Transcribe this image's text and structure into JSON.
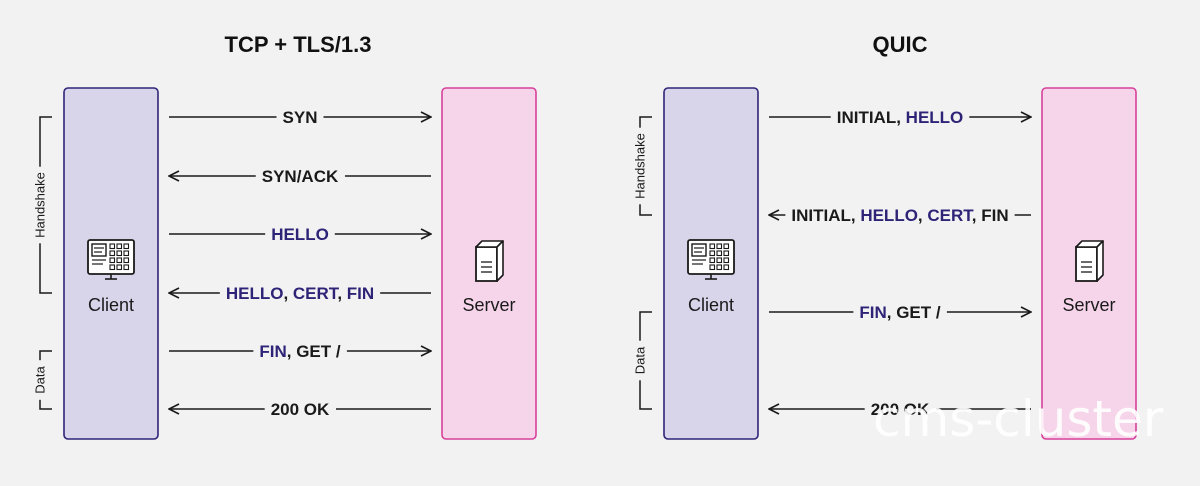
{
  "colors": {
    "background": "#f2f2f2",
    "client_fill": "#d8d4ea",
    "client_stroke": "#2e2477",
    "server_fill": "#f6d5ea",
    "server_stroke": "#d6409a",
    "highlight_text": "#2e2477",
    "plain_text": "#1a1a1a",
    "line": "#1a1a1a"
  },
  "panels": [
    {
      "title": "TCP + TLS/1.3",
      "client_label": "Client",
      "server_label": "Server",
      "client_icon": "computer-icon",
      "server_icon": "server-icon",
      "phases": [
        {
          "label": "Handshake"
        },
        {
          "label": "Data"
        }
      ],
      "messages": [
        {
          "direction": "to-server",
          "parts": [
            {
              "text": "SYN",
              "highlight": false
            }
          ]
        },
        {
          "direction": "to-client",
          "parts": [
            {
              "text": "SYN/ACK",
              "highlight": false
            }
          ]
        },
        {
          "direction": "to-server",
          "parts": [
            {
              "text": "HELLO",
              "highlight": true
            }
          ]
        },
        {
          "direction": "to-client",
          "parts": [
            {
              "text": "HELLO",
              "highlight": true
            },
            {
              "text": ", ",
              "highlight": false
            },
            {
              "text": "CERT",
              "highlight": true
            },
            {
              "text": ", ",
              "highlight": false
            },
            {
              "text": "FIN",
              "highlight": true
            }
          ]
        },
        {
          "direction": "to-server",
          "parts": [
            {
              "text": "FIN",
              "highlight": true
            },
            {
              "text": ", GET /",
              "highlight": false
            }
          ]
        },
        {
          "direction": "to-client",
          "parts": [
            {
              "text": "200 OK",
              "highlight": false
            }
          ]
        }
      ]
    },
    {
      "title": "QUIC",
      "client_label": "Client",
      "server_label": "Server",
      "client_icon": "computer-icon",
      "server_icon": "server-icon",
      "phases": [
        {
          "label": "Handshake"
        },
        {
          "label": "Data"
        }
      ],
      "messages": [
        {
          "direction": "to-server",
          "parts": [
            {
              "text": "INITIAL, ",
              "highlight": false
            },
            {
              "text": "HELLO",
              "highlight": true
            }
          ]
        },
        {
          "direction": "to-client",
          "parts": [
            {
              "text": "INITIAL, ",
              "highlight": false
            },
            {
              "text": "HELLO",
              "highlight": true
            },
            {
              "text": ", ",
              "highlight": false
            },
            {
              "text": "CERT",
              "highlight": true
            },
            {
              "text": ", FIN",
              "highlight": false
            }
          ]
        },
        {
          "direction": "to-server",
          "parts": [
            {
              "text": "FIN",
              "highlight": true
            },
            {
              "text": ", GET /",
              "highlight": false
            }
          ]
        },
        {
          "direction": "to-client",
          "parts": [
            {
              "text": "200 OK",
              "highlight": false
            }
          ]
        }
      ]
    }
  ],
  "watermark": "cms-cluster"
}
